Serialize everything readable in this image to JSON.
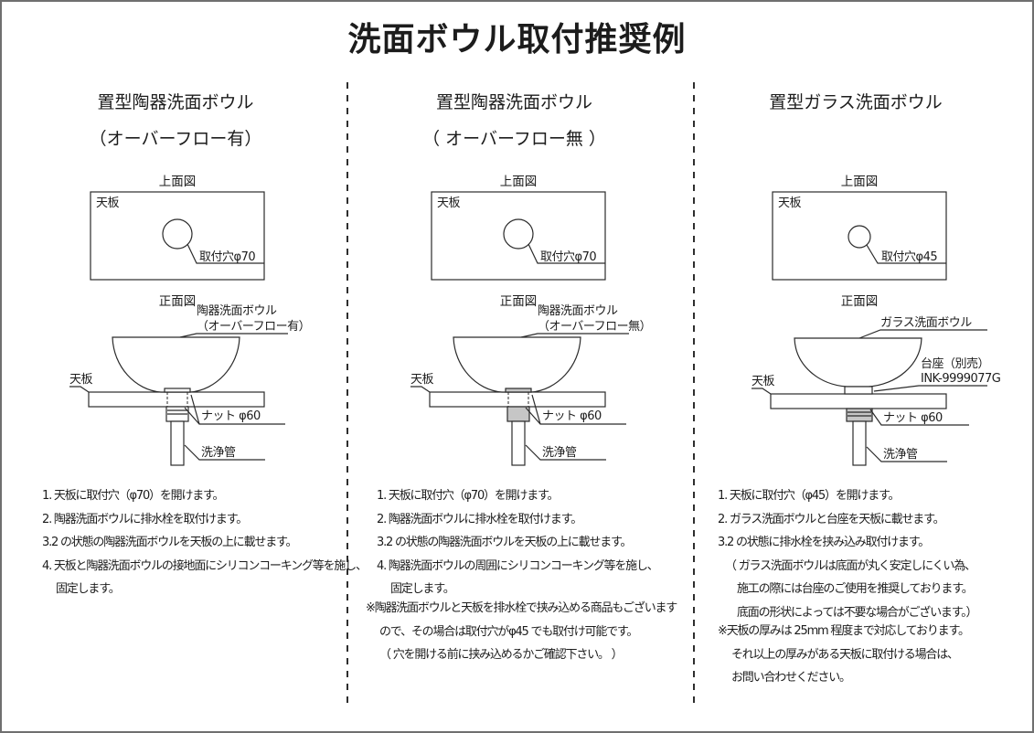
{
  "title": "洗面ボウル取付推奨例",
  "columns": [
    {
      "heading_line1": "置型陶器洗面ボウル",
      "heading_line2": "（オーバーフロー有）",
      "top_view": {
        "label": "上面図",
        "counter": "天板",
        "hole": "取付穴φ70"
      },
      "front_view": {
        "label": "正面図",
        "bowl_line1": "陶器洗面ボウル",
        "bowl_line2": "（オーバーフロー有）",
        "counter": "天板",
        "nut": "ナット φ60",
        "pipe": "洗浄管"
      },
      "steps": [
        "1. 天板に取付穴（φ70）を開けます。",
        "2. 陶器洗面ボウルに排水栓を取付けます。",
        "3.2 の状態の陶器洗面ボウルを天板の上に載せます。",
        "4. 天板と陶器洗面ボウルの接地面にシリコンコーキング等を施し、",
        "固定します。"
      ]
    },
    {
      "heading_line1": "置型陶器洗面ボウル",
      "heading_line2": "（ オーバーフロー無 ）",
      "top_view": {
        "label": "上面図",
        "counter": "天板",
        "hole": "取付穴φ70"
      },
      "front_view": {
        "label": "正面図",
        "bowl_line1": "陶器洗面ボウル",
        "bowl_line2": "（オーバーフロー無）",
        "counter": "天板",
        "nut": "ナット φ60",
        "pipe": "洗浄管"
      },
      "steps": [
        "1. 天板に取付穴（φ70）を開けます。",
        "2. 陶器洗面ボウルに排水栓を取付けます。",
        "3.2 の状態の陶器洗面ボウルを天板の上に載せます。",
        "4. 陶器洗面ボウルの周囲にシリコンコーキング等を施し、",
        "固定します。"
      ],
      "note": [
        "※陶器洗面ボウルと天板を排水栓で挟み込める商品もございます",
        "ので、その場合は取付穴がφ45 でも取付け可能です。",
        "（ 穴を開ける前に挟み込めるかご確認下さい。 ）"
      ]
    },
    {
      "heading_line1": "置型ガラス洗面ボウル",
      "top_view": {
        "label": "上面図",
        "counter": "天板",
        "hole": "取付穴φ45"
      },
      "front_view": {
        "label": "正面図",
        "bowl_line1": "ガラス洗面ボウル",
        "pedestal_line1": "台座（別売）",
        "pedestal_line2": "INK-9999077G",
        "counter": "天板",
        "nut": "ナット φ60",
        "pipe": "洗浄管"
      },
      "steps": [
        "1. 天板に取付穴（φ45）を開けます。",
        "2. ガラス洗面ボウルと台座を天板に載せます。",
        "3.2 の状態に排水栓を挟み込み取付けます。",
        "（ ガラス洗面ボウルは底面が丸く安定しにくい為、",
        "施工の際には台座のご使用を推奨しております。",
        "底面の形状によっては不要な場合がございます。）"
      ],
      "note": [
        "※天板の厚みは 25mm 程度まで対応しております。",
        "それ以上の厚みがある天板に取付ける場合は、",
        "お問い合わせください。"
      ]
    }
  ]
}
